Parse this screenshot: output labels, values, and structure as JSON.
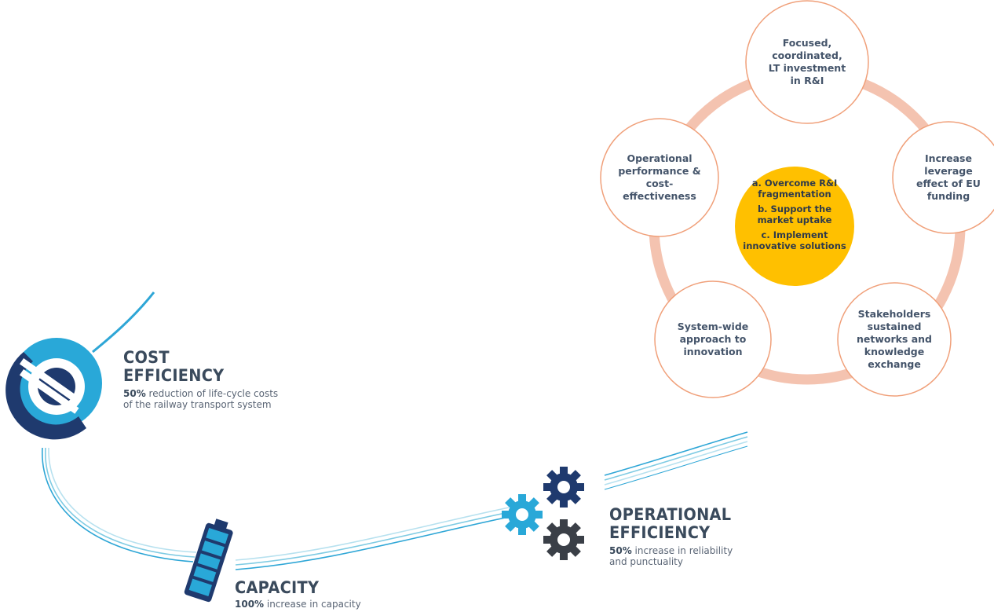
{
  "left_panel": {
    "cost": {
      "title_line1": "COST",
      "title_line2": "EFFICIENCY",
      "highlight": "50%",
      "desc_line1": " reduction of life-cycle costs",
      "desc_line2": "of the railway transport system"
    },
    "capacity": {
      "title": "CAPACITY",
      "highlight": "100%",
      "desc": " increase in capacity"
    },
    "operational": {
      "title_line1": "OPERATIONAL",
      "title_line2": "EFFICIENCY",
      "highlight": "50%",
      "desc_line1": " increase in reliability",
      "desc_line2": "and punctuality"
    }
  },
  "cycle": {
    "center": {
      "line_a": "a. Overcome R&I fragmentation",
      "line_b": "b. Support the market uptake",
      "line_c": "c. Implement innovative solutions"
    },
    "nodes": {
      "top": "Focused, coordinated, LT investment in R&I",
      "right": "Increase leverage effect of EU funding",
      "bottom_right": "Stakeholders sustained networks and knowledge exchange",
      "bottom_left": "System-wide approach to innovation",
      "left": "Operational performance & cost-effectiveness"
    }
  },
  "colors": {
    "ring": "#f4c3b0",
    "node_border": "#f0a07a",
    "center_fill": "#ffc000",
    "title": "#3a4a5c",
    "accent_blue": "#29a8d8",
    "navy": "#1f3a6e",
    "dark_gear": "#3a3f47"
  }
}
